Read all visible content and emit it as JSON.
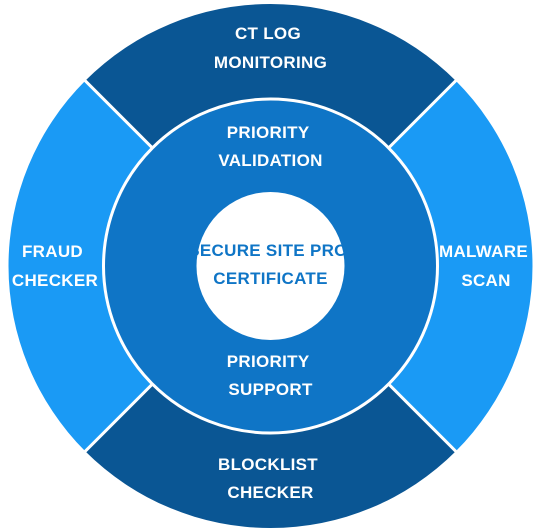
{
  "colors": {
    "dark_blue": "#0a5694",
    "light_blue": "#1a9af5",
    "inner_ring": "#0f75c6",
    "center_fill": "#ffffff",
    "center_text": "#0f75c6",
    "divider": "#ffffff"
  },
  "outer_ring": {
    "top": {
      "line1": "CT LOG",
      "line2": "MONITORING"
    },
    "right": {
      "line1": "MALWARE",
      "line2": "SCAN"
    },
    "bottom": {
      "line1": "BLOCKLIST",
      "line2": "CHECKER"
    },
    "left": {
      "line1": "FRAUD",
      "line2": "CHECKER"
    }
  },
  "inner_ring": {
    "top": {
      "line1": "PRIORITY",
      "line2": "VALIDATION"
    },
    "bottom": {
      "line1": "PRIORITY",
      "line2": "SUPPORT"
    }
  },
  "center": {
    "line1": "SECURE SITE PRO",
    "line2": "CERTIFICATE"
  }
}
